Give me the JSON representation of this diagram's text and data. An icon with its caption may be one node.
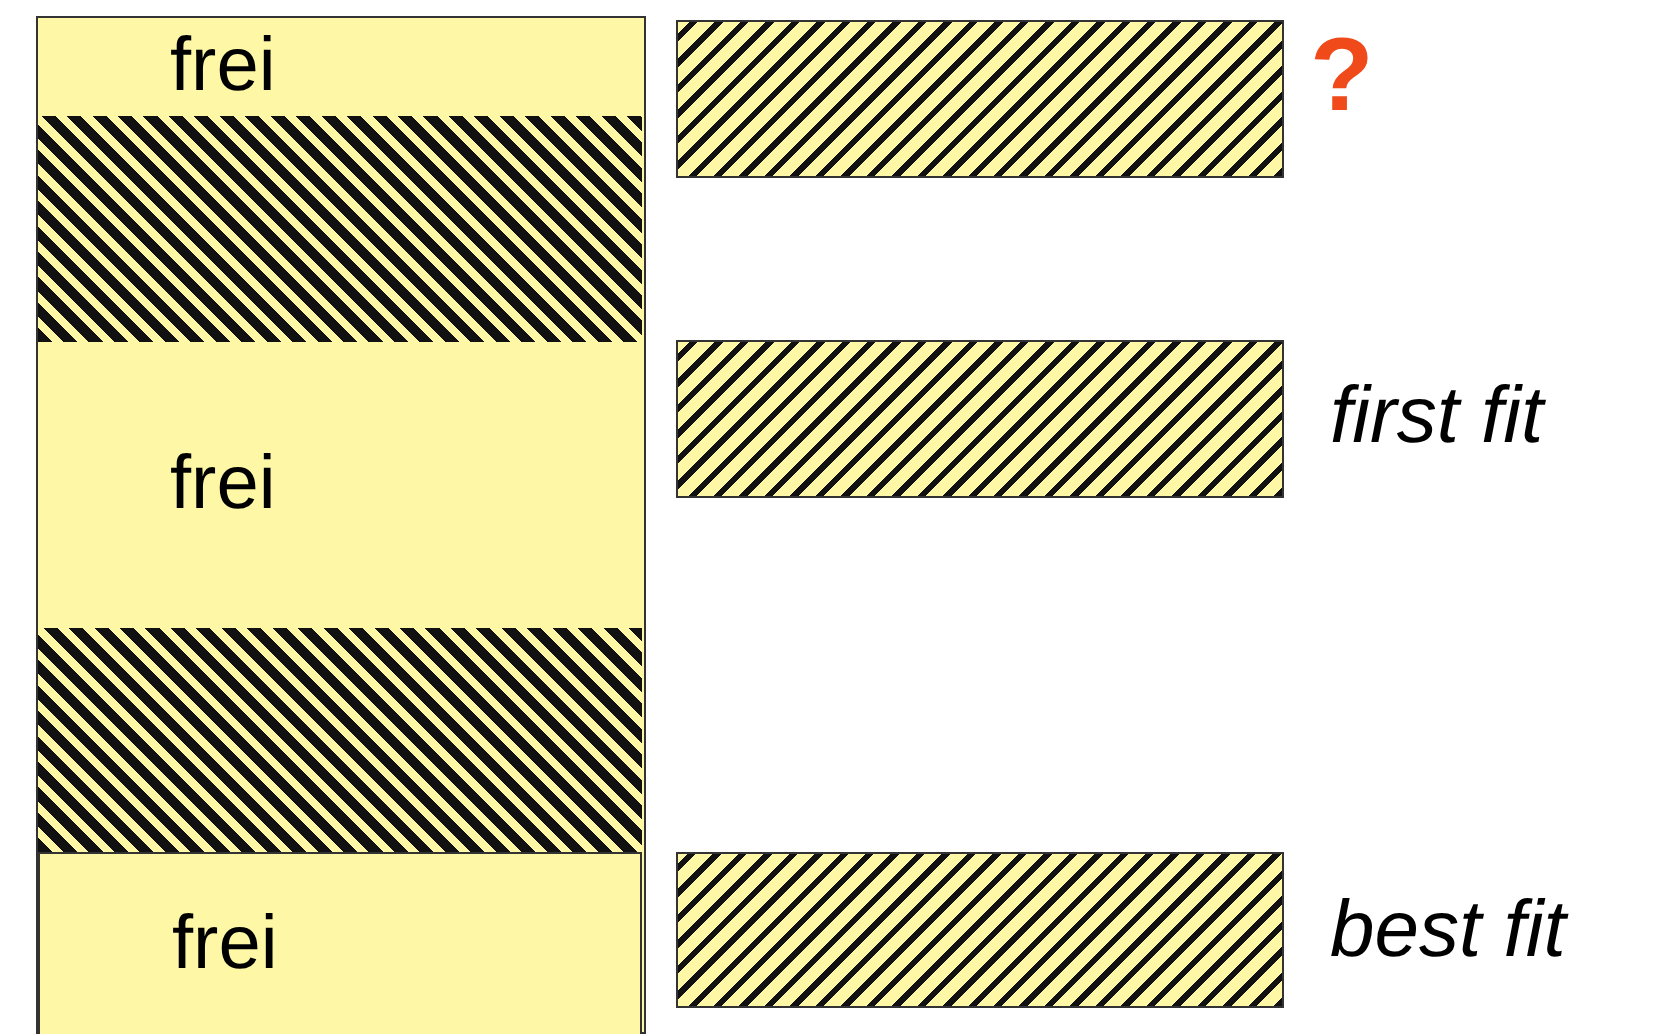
{
  "diagram": {
    "nodes": [
      {
        "text": [],
        "shape": "box"
      },
      {
        "text": [
          "frei"
        ],
        "in": 0
      },
      {
        "text": [],
        "shape": "box",
        "in": 0
      },
      {
        "text": [
          "frei"
        ],
        "in": 0
      },
      {
        "text": [],
        "shape": "box",
        "in": 0
      },
      {
        "text": [
          "frei"
        ],
        "in": 0
      },
      {
        "text": [],
        "shape": "box",
        "beside": [
          "?"
        ]
      },
      {
        "text": [],
        "shape": "box",
        "beside": [
          "first fit"
        ]
      },
      {
        "text": [],
        "shape": "box",
        "beside": [
          "best fit"
        ]
      }
    ]
  }
}
